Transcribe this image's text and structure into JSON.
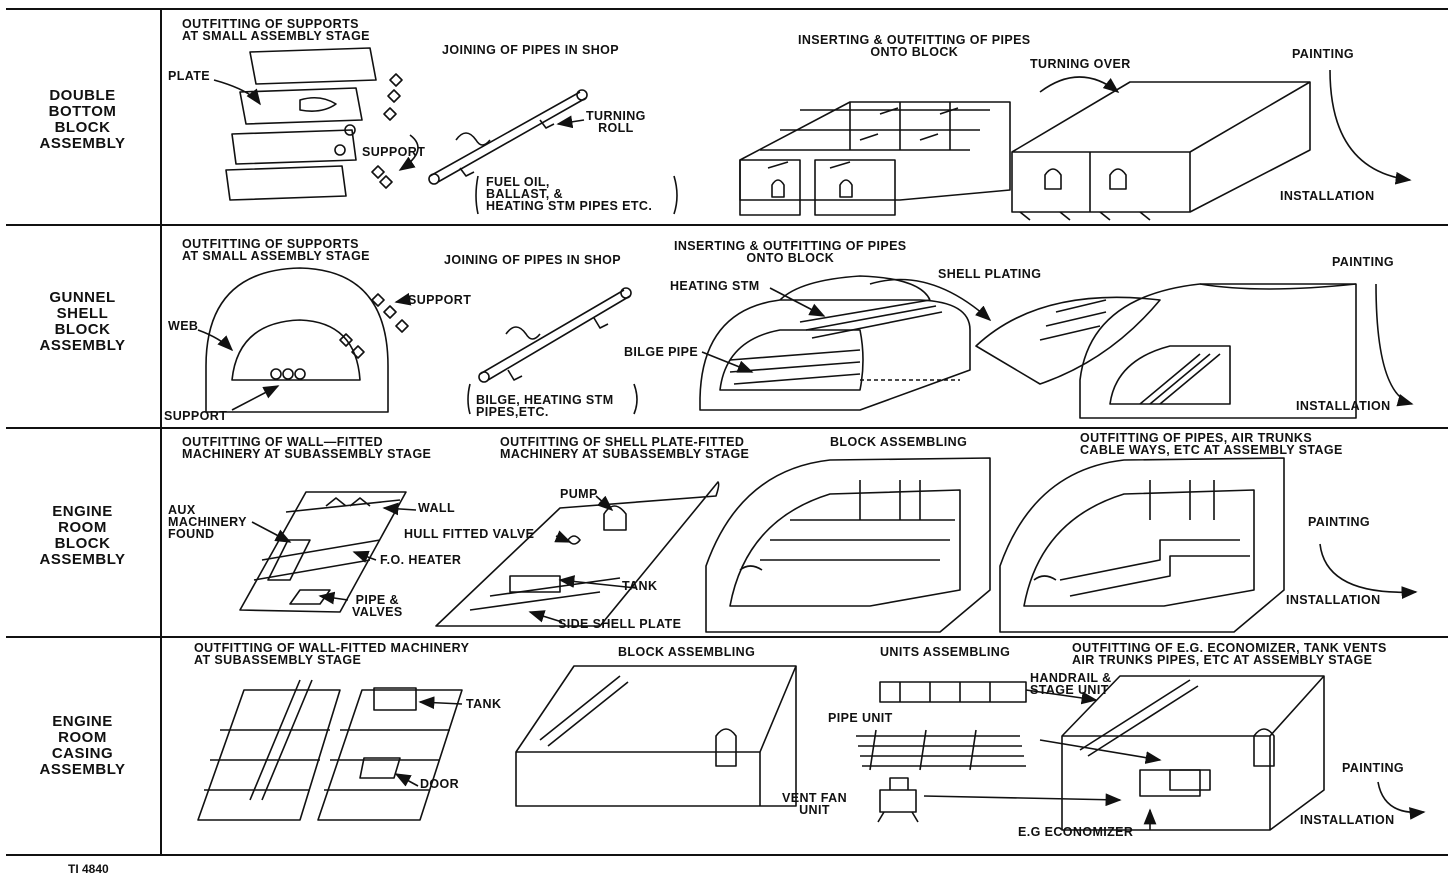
{
  "rows": [
    {
      "title_lines": [
        "DOUBLE",
        "BOTTOM",
        "BLOCK",
        "ASSEMBLY"
      ],
      "labels": {
        "outfit_support_1": "OUTFITTING OF SUPPORTS",
        "outfit_support_2": "AT SMALL ASSEMBLY STAGE",
        "plate": "PLATE",
        "support": "SUPPORT",
        "joining": "JOINING OF PIPES IN SHOP",
        "turning_roll_1": "TURNING",
        "turning_roll_2": "ROLL",
        "fuel_1": "FUEL OIL,",
        "fuel_2": "BALLAST, &",
        "fuel_3": "HEATING STM PIPES ETC.",
        "inserting_1": "INSERTING & OUTFITTING OF PIPES",
        "inserting_2": "ONTO BLOCK",
        "turning_over": "TURNING OVER",
        "painting": "PAINTING",
        "installation": "INSTALLATION"
      }
    },
    {
      "title_lines": [
        "GUNNEL",
        "SHELL",
        "BLOCK",
        "ASSEMBLY"
      ],
      "labels": {
        "outfit_support_1": "OUTFITTING OF SUPPORTS",
        "outfit_support_2": "AT SMALL ASSEMBLY STAGE",
        "web": "WEB",
        "support_top": "SUPPORT",
        "support_bottom": "SUPPORT",
        "joining": "JOINING OF PIPES IN SHOP",
        "bilge_1": "BILGE, HEATING STM",
        "bilge_2": "PIPES,ETC.",
        "inserting_1": "INSERTING & OUTFITTING OF PIPES",
        "inserting_2": "ONTO BLOCK",
        "heating_stm": "HEATING STM",
        "bilge_pipe": "BILGE PIPE",
        "shell_plating": "SHELL PLATING",
        "painting": "PAINTING",
        "installation": "INSTALLATION"
      }
    },
    {
      "title_lines": [
        "ENGINE",
        "ROOM",
        "BLOCK",
        "ASSEMBLY"
      ],
      "labels": {
        "wall_fitted_1": "OUTFITTING OF WALL—FITTED",
        "wall_fitted_2": "MACHINERY AT SUBASSEMBLY STAGE",
        "aux_1": "AUX",
        "aux_2": "MACHINERY",
        "aux_3": "FOUND",
        "wall": "WALL",
        "fo_heater": "F.O. HEATER",
        "pipe_valves_1": "PIPE &",
        "pipe_valves_2": "VALVES",
        "shell_plate_fitted_1": "OUTFITTING OF SHELL PLATE-FITTED",
        "shell_plate_fitted_2": "MACHINERY AT SUBASSEMBLY STAGE",
        "pump": "PUMP",
        "hull_valve": "HULL FITTED VALVE",
        "tank": "TANK",
        "side_shell_plate": "SIDE SHELL PLATE",
        "block_assembling": "BLOCK ASSEMBLING",
        "outfit_pipes_1": "OUTFITTING OF PIPES, AIR TRUNKS",
        "outfit_pipes_2": "CABLE WAYS, ETC AT ASSEMBLY STAGE",
        "painting": "PAINTING",
        "installation": "INSTALLATION"
      }
    },
    {
      "title_lines": [
        "ENGINE",
        "ROOM",
        "CASING",
        "ASSEMBLY"
      ],
      "labels": {
        "wall_fitted_1": "OUTFITTING OF WALL-FITTED MACHINERY",
        "wall_fitted_2": "AT SUBASSEMBLY STAGE",
        "tank": "TANK",
        "door": "DOOR",
        "block_assembling": "BLOCK ASSEMBLING",
        "units_assembling": "UNITS ASSEMBLING",
        "handrail_1": "HANDRAIL &",
        "handrail_2": "STAGE UNIT",
        "pipe_unit": "PIPE UNIT",
        "vent_fan_1": "VENT FAN",
        "vent_fan_2": "UNIT",
        "outfit_eg_1": "OUTFITTING OF E.G. ECONOMIZER, TANK VENTS",
        "outfit_eg_2": "AIR TRUNKS PIPES, ETC AT ASSEMBLY STAGE",
        "eg_economizer": "E.G ECONOMIZER",
        "painting": "PAINTING",
        "installation": "INSTALLATION"
      }
    }
  ],
  "footer_code": "TI 4840"
}
